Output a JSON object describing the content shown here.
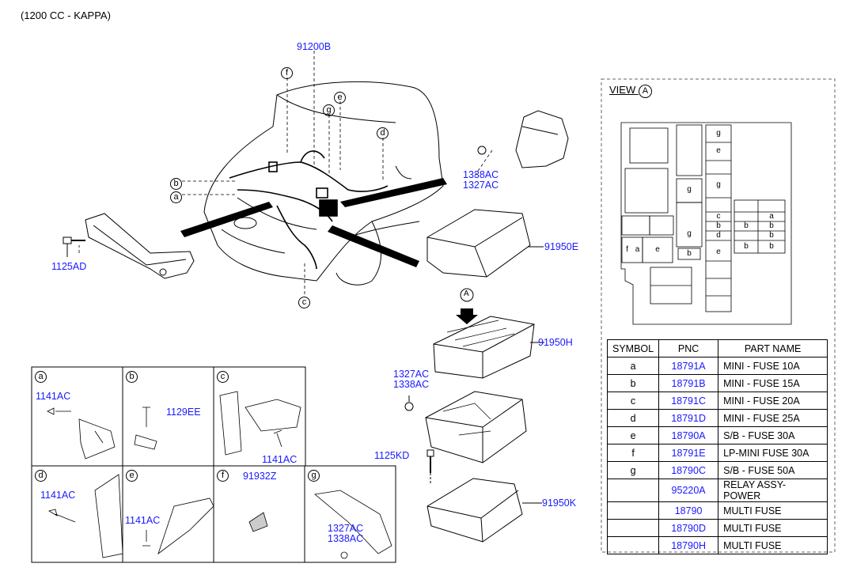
{
  "header": {
    "model": "(1200 CC - KAPPA)"
  },
  "main_labels": {
    "wiring_main": "91200B",
    "clip_ac_top_1": "1338AC",
    "clip_ac_top_2": "1327AC",
    "bolt_left": "1125AD",
    "cover_top": "91950E",
    "box_upper": "91950H",
    "clip_ac_mid_1": "1327AC",
    "clip_ac_mid_2": "1338AC",
    "bolt_mid": "1125KD",
    "cover_lower": "91950K",
    "view_arrow": "A"
  },
  "callouts": {
    "f": "f",
    "g": "g",
    "e": "e",
    "d": "d",
    "b": "b",
    "a": "a",
    "c": "c"
  },
  "detail_cells": [
    {
      "sym": "a",
      "part1": "1141AC"
    },
    {
      "sym": "b",
      "part1": "1129EE"
    },
    {
      "sym": "c",
      "part1": "1141AC"
    },
    {
      "sym": "d",
      "part1": "1141AC"
    },
    {
      "sym": "e",
      "part1": "1141AC"
    },
    {
      "sym": "f",
      "part1": "91932Z"
    },
    {
      "sym": "g",
      "part1": "1327AC",
      "part2": "1338AC"
    }
  ],
  "view_panel": {
    "title": "VIEW",
    "marker": "A",
    "fuses": {
      "g1": "g",
      "e1": "e",
      "g2": "g",
      "g3": "g",
      "g4": "g",
      "c1": "c",
      "b1": "b",
      "d1": "d",
      "e2": "e",
      "f1": "f",
      "a1": "a",
      "e3": "e",
      "b2": "b",
      "a2": "a",
      "b3": "b",
      "b4": "b",
      "b5": "b",
      "b6": "b",
      "b7": "b"
    }
  },
  "parts_table": {
    "headers": [
      "SYMBOL",
      "PNC",
      "PART NAME"
    ],
    "rows": [
      {
        "symbol": "a",
        "pnc": "18791A",
        "name": "MINI - FUSE 10A"
      },
      {
        "symbol": "b",
        "pnc": "18791B",
        "name": "MINI - FUSE 15A"
      },
      {
        "symbol": "c",
        "pnc": "18791C",
        "name": "MINI - FUSE 20A"
      },
      {
        "symbol": "d",
        "pnc": "18791D",
        "name": "MINI - FUSE 25A"
      },
      {
        "symbol": "e",
        "pnc": "18790A",
        "name": "S/B - FUSE 30A"
      },
      {
        "symbol": "f",
        "pnc": "18791E",
        "name": "LP-MINI FUSE 30A"
      },
      {
        "symbol": "g",
        "pnc": "18790C",
        "name": "S/B - FUSE 50A"
      },
      {
        "symbol": "",
        "pnc": "95220A",
        "name": "RELAY ASSY-POWER"
      },
      {
        "symbol": "",
        "pnc": "18790",
        "name": "MULTI FUSE"
      },
      {
        "symbol": "",
        "pnc": "18790D",
        "name": "MULTI FUSE"
      },
      {
        "symbol": "",
        "pnc": "18790H",
        "name": "MULTI FUSE"
      }
    ]
  }
}
